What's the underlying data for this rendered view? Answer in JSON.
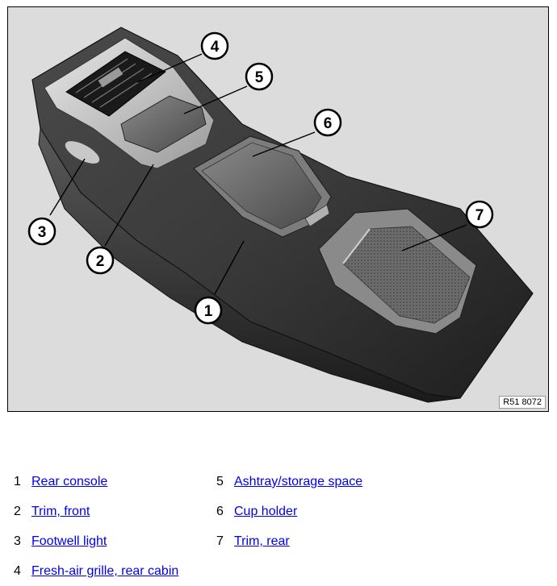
{
  "figure": {
    "code": "R51 8072",
    "callouts": [
      "4",
      "5",
      "6",
      "7",
      "3",
      "2",
      "1"
    ]
  },
  "legend": [
    {
      "num": "1",
      "label": "Rear console"
    },
    {
      "num": "2",
      "label": "Trim, front"
    },
    {
      "num": "3",
      "label": "Footwell light"
    },
    {
      "num": "4",
      "label": "Fresh-air grille, rear cabin"
    },
    {
      "num": "5",
      "label": "Ashtray/storage space"
    },
    {
      "num": "6",
      "label": "Cup holder"
    },
    {
      "num": "7",
      "label": "Trim, rear"
    }
  ],
  "colors": {
    "link": "#0000ee",
    "background": "#dcdcdc"
  }
}
